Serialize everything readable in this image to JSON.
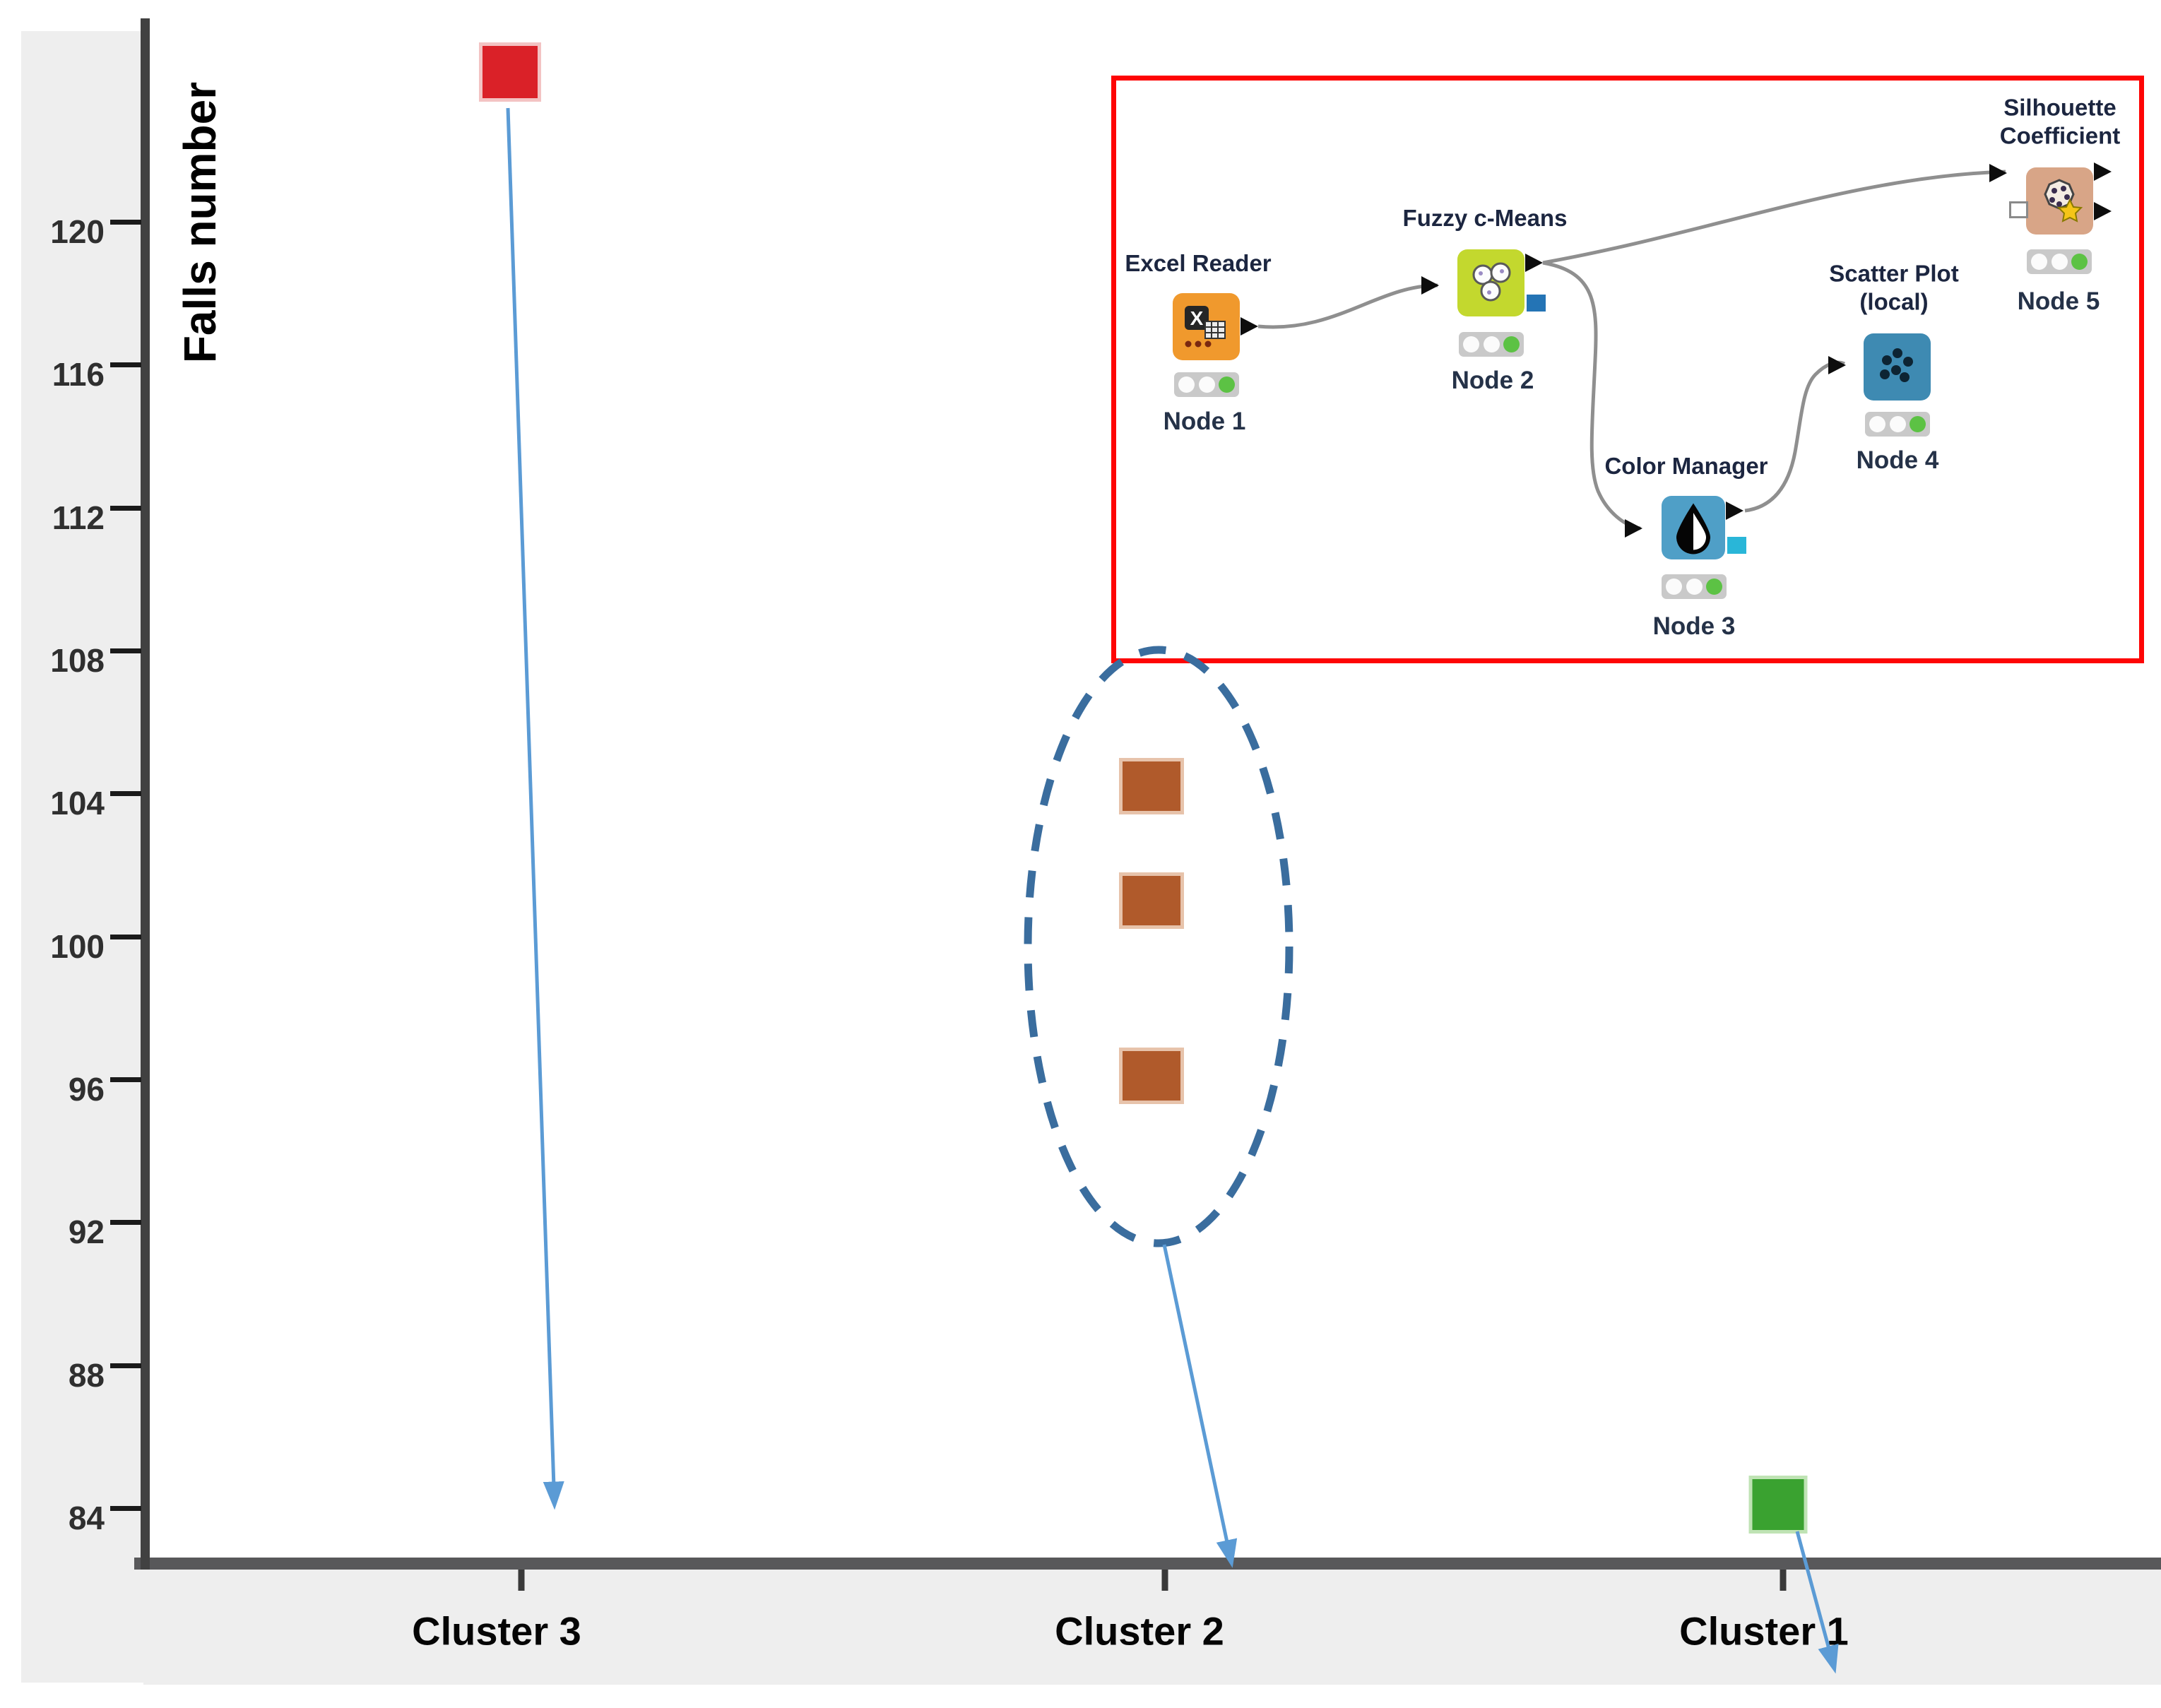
{
  "chart_data": {
    "type": "scatter",
    "title": "",
    "xlabel": "",
    "ylabel": "Falls number",
    "categories": [
      "Cluster 3",
      "Cluster 2",
      "Cluster 1"
    ],
    "y_ticks": [
      120,
      116,
      112,
      108,
      104,
      100,
      96,
      92,
      88,
      84
    ],
    "ylim": [
      82.3,
      126.2
    ],
    "grid": false,
    "legend": "none",
    "series": [
      {
        "name": "Cluster 3",
        "color": "#da2128",
        "halo": "#f3c3c3",
        "marker_w": 78,
        "marker_h": 74,
        "points": [
          {
            "x": "Cluster 3",
            "y": 124.2
          }
        ]
      },
      {
        "name": "Cluster 2",
        "color": "#b05a2b",
        "halo": "#e7c3ab",
        "marker_w": 82,
        "marker_h": 70,
        "points": [
          {
            "x": "Cluster 2",
            "y": 104.2
          },
          {
            "x": "Cluster 2",
            "y": 101.0
          },
          {
            "x": "Cluster 2",
            "y": 96.1
          }
        ]
      },
      {
        "name": "Cluster 1",
        "color": "#3aa230",
        "halo": "#bfe3b4",
        "marker_w": 73,
        "marker_h": 72,
        "points": [
          {
            "x": "Cluster 1",
            "y": 84.1
          }
        ]
      }
    ],
    "annotations": [
      "dashed blue ellipse encircling the three Cluster 2 points",
      "blue arrow from Cluster 3 point down to x-axis",
      "blue arrow from ellipse down to Cluster 2 axis position",
      "blue arrow from Cluster 1 point down to its axis label"
    ],
    "annotation_colors": {
      "ellipse": "#3a6d9e",
      "arrows": "#5b9bd5"
    }
  },
  "workflow": {
    "border_color": "#fe0505",
    "wire_color": "#8f8f8f",
    "status_color": "#5cc244",
    "nodes": [
      {
        "title": "Excel Reader",
        "name": "Node 1",
        "color": "#f0992d",
        "icon": "excel-table-icon",
        "status": "executed"
      },
      {
        "title": "Fuzzy c-Means",
        "name": "Node 2",
        "color": "#c3d82e",
        "icon": "cluster-circles-icon",
        "status": "executed"
      },
      {
        "title": "Color Manager",
        "name": "Node 3",
        "color": "#4f9fc7",
        "icon": "color-drop-icon",
        "status": "executed"
      },
      {
        "title": "Scatter Plot (local)",
        "name": "Node 4",
        "color": "#3e8ab2",
        "icon": "scatter-dots-icon",
        "status": "executed"
      },
      {
        "title": "Silhouette Coefficient",
        "name": "Node 5",
        "color": "#d8a587",
        "icon": "palette-star-icon",
        "status": "executed"
      }
    ]
  }
}
